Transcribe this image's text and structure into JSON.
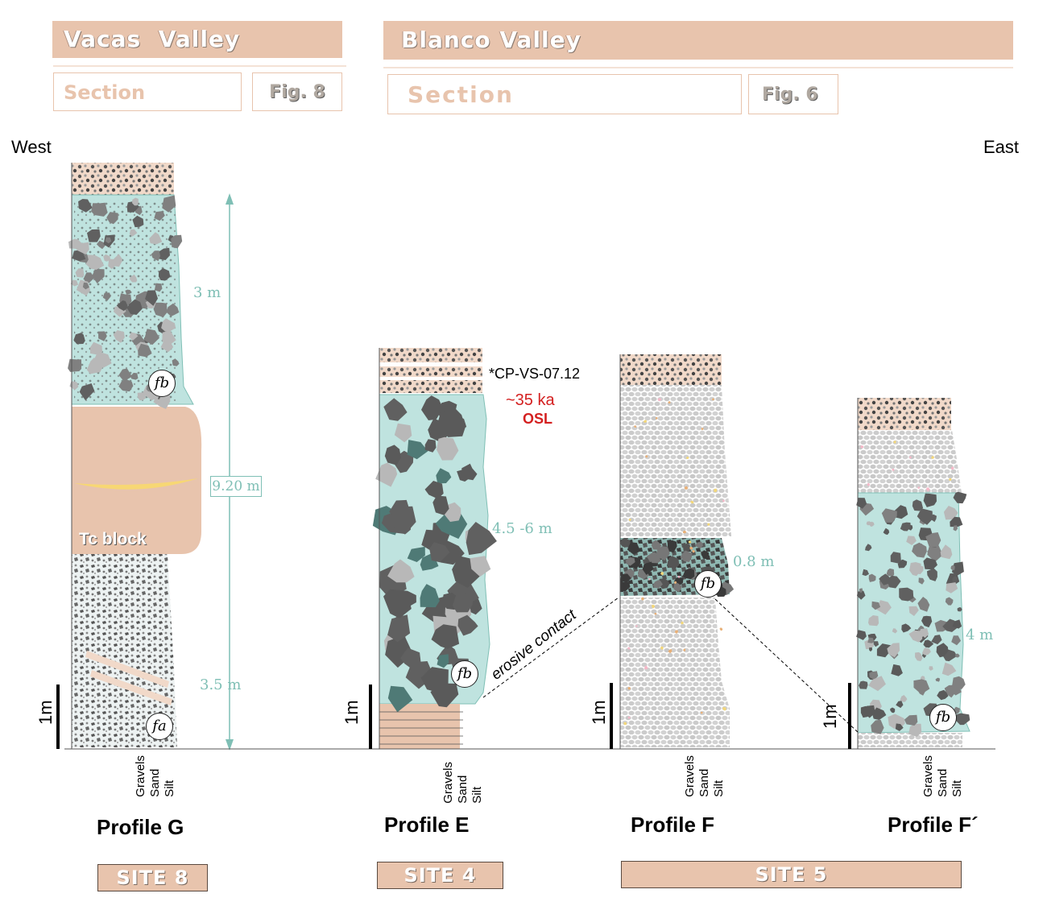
{
  "headers": {
    "vacas_title": "Vacas  Valley",
    "vacas_section": "Section",
    "vacas_fig": "Fig. 8",
    "blanco_title": "Blanco Valley",
    "blanco_section": "Section",
    "blanco_fig": "Fig. 6"
  },
  "directions": {
    "west": "West",
    "east": "East"
  },
  "scale_label": "1m",
  "grain_sizes": [
    "Silt",
    "Sand",
    "Gravels"
  ],
  "profile_g": {
    "name": "Profile G",
    "site": "SITE 8",
    "total_thickness": "9.20 m",
    "upper_thickness": "3 m",
    "lower_thickness": "3.5 m",
    "block_label": "Tc block",
    "facies_upper": "fb",
    "facies_lower": "fa"
  },
  "profile_e": {
    "name": "Profile E",
    "site": "SITE 4",
    "sample": "CP-VS-07.12",
    "sample_marker": "*",
    "age": "~35 ka",
    "method": "OSL",
    "thickness": "4.5 -6 m",
    "facies": "fb",
    "contact_label": "erosive contact"
  },
  "profile_f": {
    "name": "Profile F",
    "thickness": "0.8 m",
    "facies": "fb"
  },
  "profile_f_prime": {
    "name": "Profile F´",
    "thickness": "4 m",
    "facies": "fb"
  },
  "site_5": "SITE 5",
  "colors": {
    "header": "#e8c4ad",
    "debris_flow": "#bfe3df",
    "gravel_dark": "#606060",
    "gravel_light": "#b8b8b8",
    "tc_block": "#e8c4ad",
    "measure": "#7fbfb5",
    "osl_red": "#d42020"
  }
}
